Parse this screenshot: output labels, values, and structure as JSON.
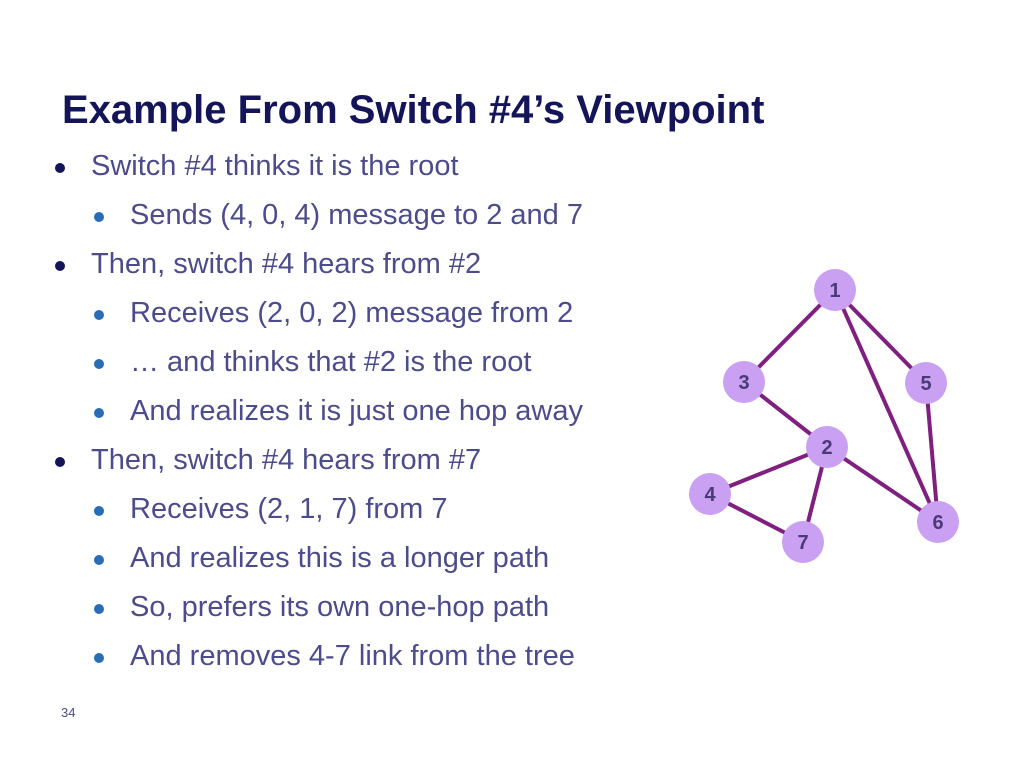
{
  "slide": {
    "title": "Example From Switch #4’s Viewpoint",
    "number": "34"
  },
  "bullets": [
    {
      "level": 1,
      "text": "Switch #4 thinks it is the root"
    },
    {
      "level": 2,
      "text": "Sends (4, 0, 4) message to 2 and 7"
    },
    {
      "level": 1,
      "text": "Then, switch #4 hears from #2"
    },
    {
      "level": 2,
      "text": "Receives (2, 0, 2) message from 2"
    },
    {
      "level": 2,
      "text": "… and thinks that #2 is the root"
    },
    {
      "level": 2,
      "text": "And realizes it is just one hop away"
    },
    {
      "level": 1,
      "text": "Then, switch #4 hears from #7"
    },
    {
      "level": 2,
      "text": "Receives (2, 1, 7) from 7"
    },
    {
      "level": 2,
      "text": "And realizes this is a longer path"
    },
    {
      "level": 2,
      "text": "So, prefers its own one-hop path"
    },
    {
      "level": 2,
      "text": "And removes 4-7 link from the tree"
    }
  ],
  "graph": {
    "nodes": [
      "1",
      "2",
      "3",
      "4",
      "5",
      "6",
      "7"
    ],
    "edges": [
      [
        "1",
        "3"
      ],
      [
        "1",
        "5"
      ],
      [
        "1",
        "6"
      ],
      [
        "3",
        "2"
      ],
      [
        "5",
        "6"
      ],
      [
        "2",
        "4"
      ],
      [
        "2",
        "6"
      ],
      [
        "2",
        "7"
      ],
      [
        "4",
        "7"
      ]
    ],
    "colors": {
      "node": "#c9a0f2",
      "edge": "#7f1f7f",
      "label": "#4b3a7a"
    }
  }
}
